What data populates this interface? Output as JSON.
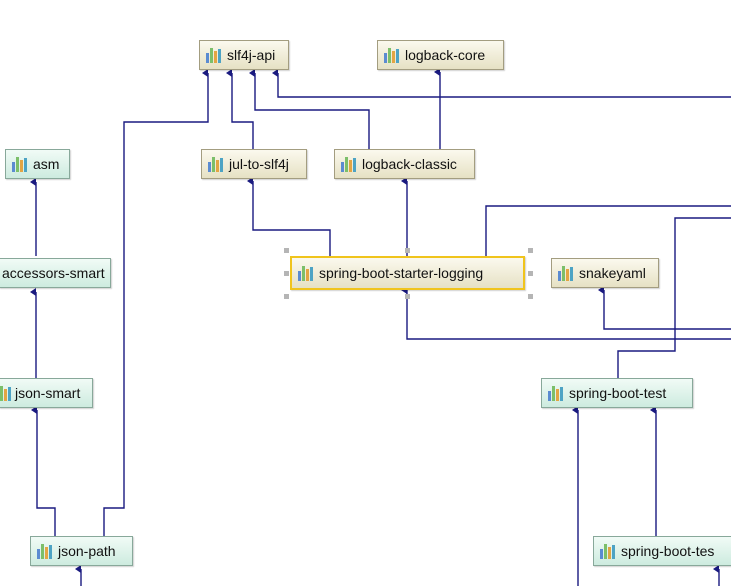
{
  "colors": {
    "edge": "#1a1a80",
    "library_node_fill": "#ebe6cc",
    "external_node_fill": "#d7f1e6",
    "selection_border": "#f0c41c",
    "icon_bars": [
      "#5b8bd1",
      "#7cbf6a",
      "#e3a544",
      "#4da3c4"
    ]
  },
  "node_icon": "library-bars-icon",
  "nodes": {
    "slf4j_api": "slf4j-api",
    "logback_core": "logback-core",
    "jul_to_slf4j": "jul-to-slf4j",
    "logback_classic": "logback-classic",
    "asm": "asm",
    "accessors_smart": "accessors-smart",
    "spring_boot_starter_logging": "spring-boot-starter-logging",
    "snakeyaml": "snakeyaml",
    "json_smart": "json-smart",
    "spring_boot_test": "spring-boot-test",
    "json_path": "json-path",
    "spring_boot_test_autoconfigure": "spring-boot-tes"
  },
  "selected_node": "spring-boot-starter-logging"
}
